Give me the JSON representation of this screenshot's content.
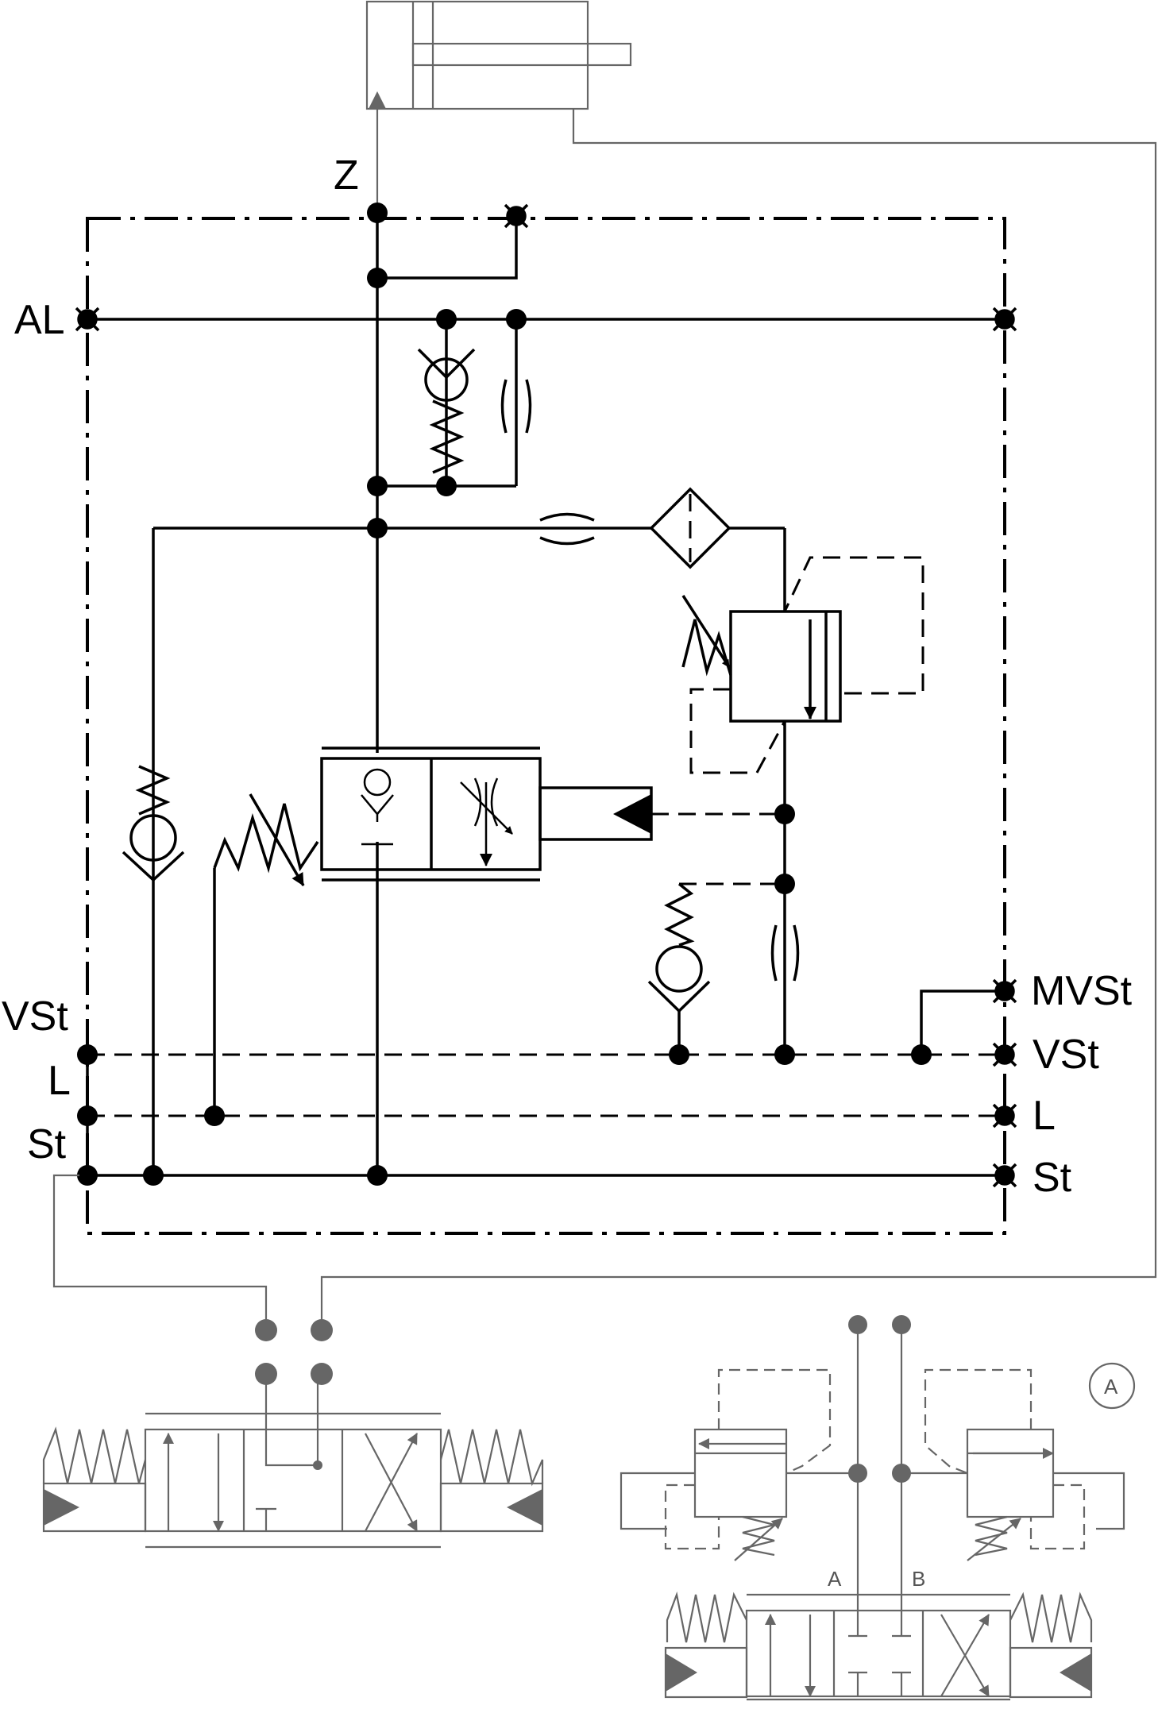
{
  "labels": {
    "z": "Z",
    "al": "AL",
    "vst_left": "VSt",
    "l_left": "L",
    "st_left": "St",
    "mvst_right": "MVSt",
    "vst_right": "VSt",
    "l_right": "L",
    "st_right": "St",
    "detail_a": "A",
    "port_a": "A",
    "port_b": "B"
  },
  "colors": {
    "main_lines": "#000000",
    "external_lines": "#666666"
  }
}
